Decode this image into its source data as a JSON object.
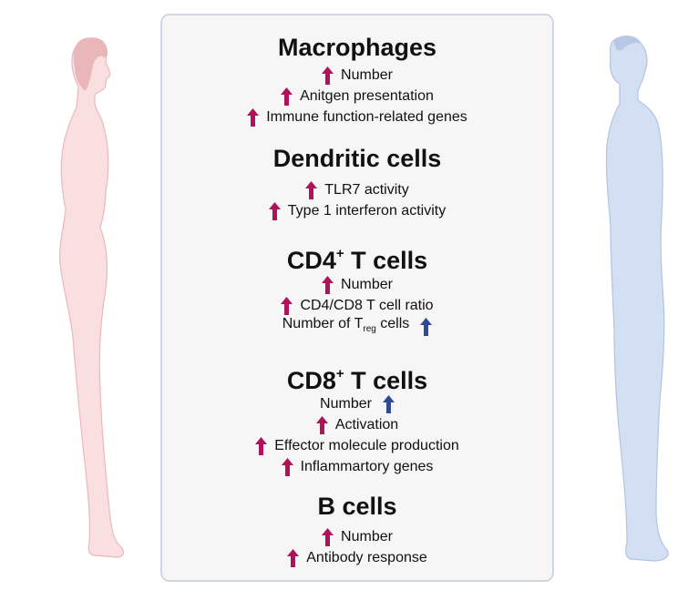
{
  "colors": {
    "increase": "#b0125a",
    "decrease": "#2e4a94",
    "female_figure": "#f9dfe0",
    "male_figure": "#d3dff3"
  },
  "sections": [
    {
      "title": "Macrophages",
      "items": [
        {
          "label": "Number",
          "change": "increase"
        },
        {
          "label": "Anitgen presentation",
          "change": "increase"
        },
        {
          "label": "Immune function-related genes",
          "change": "increase"
        }
      ]
    },
    {
      "title": "Dendritic cells",
      "items": [
        {
          "label": "TLR7 activity",
          "change": "increase"
        },
        {
          "label": "Type 1 interferon activity",
          "change": "increase"
        }
      ]
    },
    {
      "title_main": "CD4",
      "title_sup": "+",
      "title_rest": " T cells",
      "items": [
        {
          "label": "Number",
          "change": "increase"
        },
        {
          "label": "CD4/CD8 T cell ratio",
          "change": "increase"
        },
        {
          "label_main": "Number of T",
          "label_sub": "reg",
          "label_rest": " cells",
          "change": "decrease"
        }
      ]
    },
    {
      "title_main": "CD8",
      "title_sup": "+",
      "title_rest": " T cells",
      "items": [
        {
          "label": "Number",
          "change": "decrease"
        },
        {
          "label": "Activation",
          "change": "increase"
        },
        {
          "label": "Effector molecule production",
          "change": "increase"
        },
        {
          "label": "Inflammartory genes",
          "change": "increase"
        }
      ]
    },
    {
      "title": "B cells",
      "items": [
        {
          "label": "Number",
          "change": "increase"
        },
        {
          "label": "Antibody response",
          "change": "increase"
        }
      ]
    }
  ]
}
